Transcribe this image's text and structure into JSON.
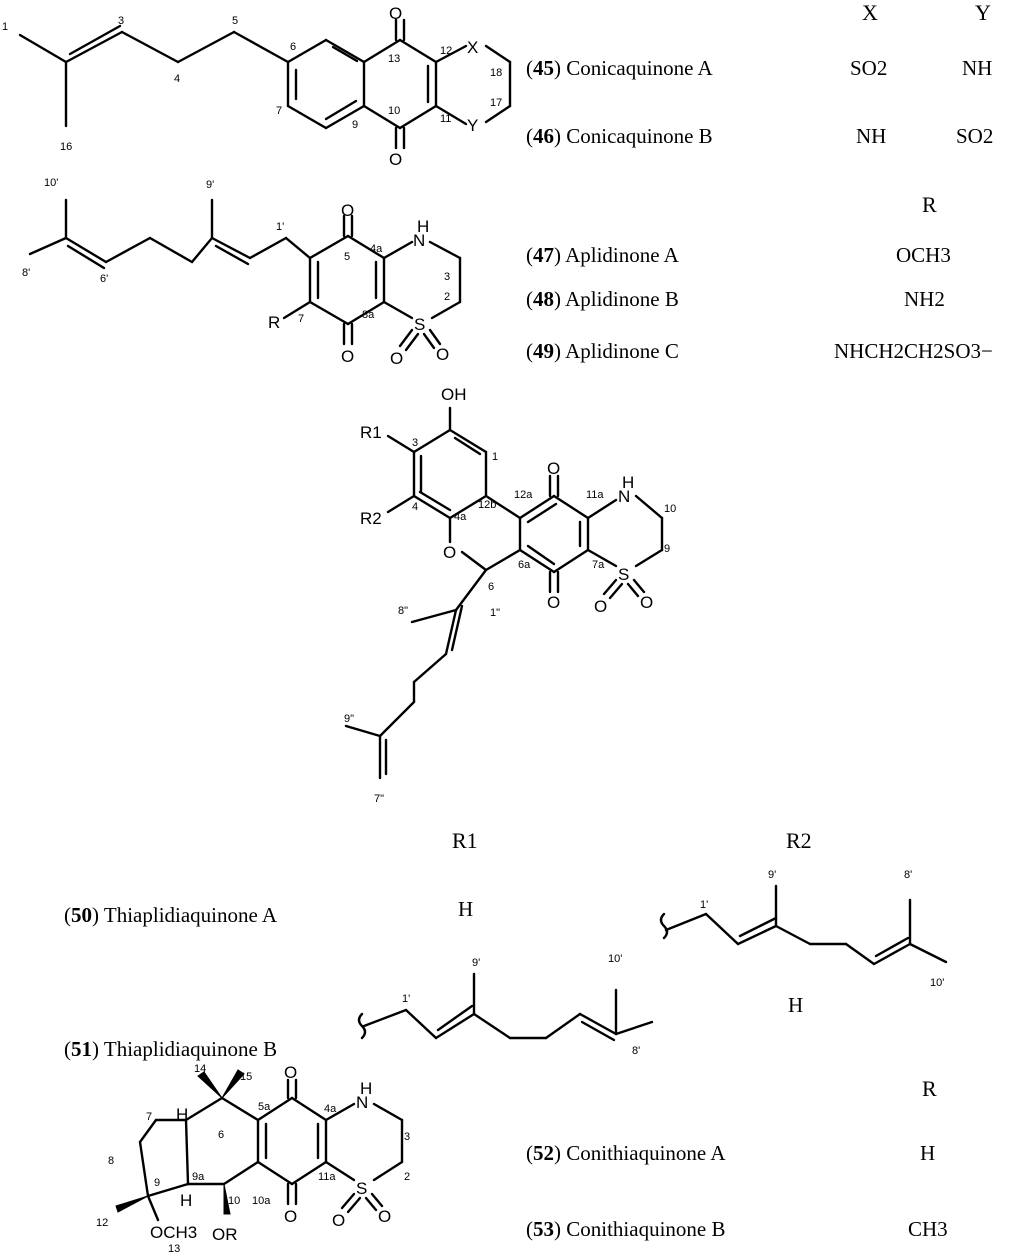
{
  "compounds": [
    {
      "num": "45",
      "name": "Conicaquinone A",
      "x": "SO2",
      "y": "NH"
    },
    {
      "num": "46",
      "name": "Conicaquinone B",
      "x": "NH",
      "y": "SO2"
    },
    {
      "num": "47",
      "name": "Aplidinone A",
      "r": "OCH3"
    },
    {
      "num": "48",
      "name": "Aplidinone B",
      "r": "NH2"
    },
    {
      "num": "49",
      "name": "Aplidinone C",
      "r": "NHCH2CH2SO3−"
    },
    {
      "num": "50",
      "name": "Thiaplidiaquinone A",
      "r1": "H"
    },
    {
      "num": "51",
      "name": "Thiaplidiaquinone B",
      "r2": "H"
    },
    {
      "num": "52",
      "name": "Conithiaquinone A",
      "r": "H"
    },
    {
      "num": "53",
      "name": "Conithiaquinone B",
      "r": "CH3"
    }
  ],
  "headers": {
    "x": "X",
    "y": "Y",
    "r": "R",
    "r1": "R1",
    "r2": "R2",
    "r_last": "R"
  },
  "atoms": {
    "X": "X",
    "Y": "Y",
    "O": "O",
    "OH": "OH",
    "NH": "H",
    "N": "N",
    "S": "S",
    "R": "R",
    "R1": "R1",
    "R2": "R2",
    "OCH3": "OCH3",
    "OR": "OR",
    "H": "H"
  },
  "locants": {
    "s1": [
      "1",
      "3",
      "5",
      "4",
      "6",
      "7",
      "9",
      "13",
      "10",
      "12",
      "11",
      "18",
      "17",
      "16"
    ],
    "s2": [
      "10'",
      "9'",
      "1'",
      "8'",
      "6'",
      "5",
      "4a",
      "3",
      "2",
      "7",
      "8a"
    ],
    "s3": [
      "1",
      "3",
      "4",
      "4a",
      "12b",
      "12a",
      "11a",
      "10",
      "9",
      "7a",
      "6a",
      "6",
      "1\"",
      "8\"",
      "9\"",
      "7\""
    ],
    "s4": [
      "9'",
      "1'",
      "10'",
      "8'"
    ],
    "s5": [
      "8'",
      "9'",
      "1'",
      "10'"
    ],
    "s6": [
      "14",
      "15",
      "7",
      "6",
      "5a",
      "4a",
      "3",
      "2",
      "8",
      "9a",
      "10",
      "10a",
      "11a",
      "9",
      "12",
      "13"
    ]
  }
}
